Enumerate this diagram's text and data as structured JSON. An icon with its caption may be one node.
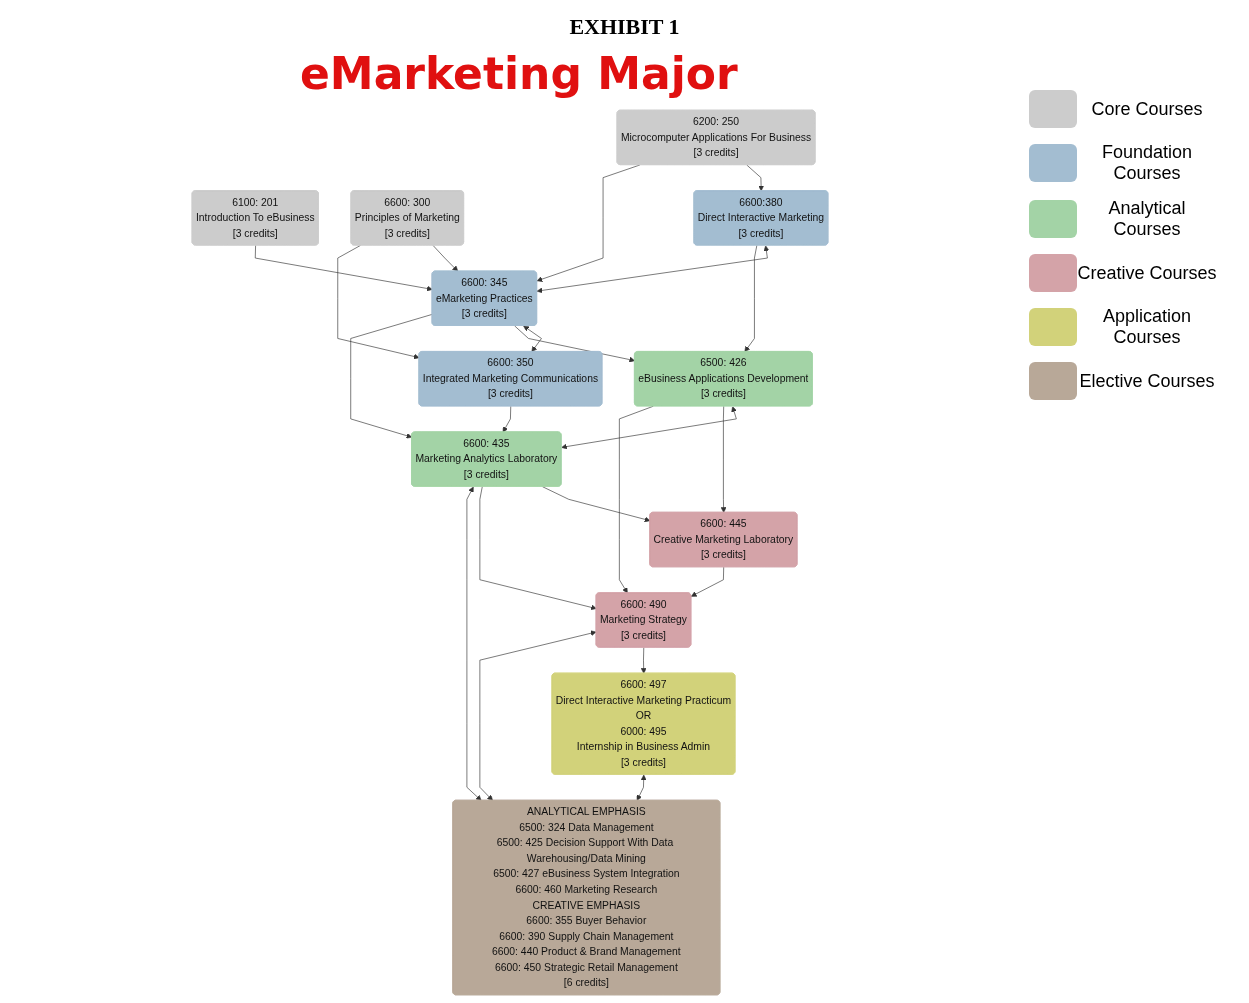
{
  "diagram": {
    "title": "eMarketing Major",
    "nodes": [
      {
        "text": [
          "6200: 250",
          "Microcomputer Applications For Business",
          "[3 credits]"
        ]
      },
      {
        "text": [
          "6100: 201",
          "Introduction To eBusiness",
          "[3 credits]"
        ]
      },
      {
        "text": [
          "6600: 300",
          "Principles of Marketing",
          "[3 credits]"
        ]
      },
      {
        "text": [
          "6600:380",
          "Direct Interactive Marketing",
          "[3 credits]"
        ]
      },
      {
        "text": [
          "6600: 345",
          "eMarketing Practices",
          "[3 credits]"
        ]
      },
      {
        "text": [
          "6600: 350",
          "Integrated Marketing Communications",
          "[3 credits]"
        ]
      },
      {
        "text": [
          "6500: 426",
          "eBusiness Applications Development",
          "[3 credits]"
        ]
      },
      {
        "text": [
          "6600: 435",
          "Marketing Analytics Laboratory",
          "[3 credits]"
        ]
      },
      {
        "text": [
          "6600: 445",
          "Creative Marketing Laboratory",
          "[3 credits]"
        ]
      },
      {
        "text": [
          "6600: 490",
          "Marketing Strategy",
          "[3 credits]"
        ]
      },
      {
        "text": [
          "6600: 497",
          "Direct Interactive Marketing Practicum",
          "OR",
          "6000: 495",
          "Internship in Business Admin",
          "[3 credits]"
        ]
      },
      {
        "text": [
          "ANALYTICAL EMPHASIS",
          "6500: 324 Data Management",
          "6500: 425 Decision Support With Data Warehousing/Data Mining",
          "6500: 427 eBusiness System Integration",
          "6600: 460 Marketing Research",
          "CREATIVE EMPHASIS",
          "6600: 355 Buyer Behavior",
          "6600: 390 Supply Chain Management",
          "6600: 440 Product & Brand Management",
          "6600: 450 Strategic Retail Management",
          "[6 credits]"
        ]
      }
    ],
    "edges": [
      {
        "from": 0,
        "to": 3,
        "arrow": "to"
      },
      {
        "from": 0,
        "to": 4,
        "arrow": "to"
      },
      {
        "from": 1,
        "to": 4,
        "arrow": "to"
      },
      {
        "from": 2,
        "to": 4,
        "arrow": "to"
      },
      {
        "from": 2,
        "to": 5,
        "arrow": "to"
      },
      {
        "from": 3,
        "to": 4,
        "arrow": "both"
      },
      {
        "from": 4,
        "to": 5,
        "arrow": "both"
      },
      {
        "from": 3,
        "to": 6,
        "arrow": "to"
      },
      {
        "from": 4,
        "to": 6,
        "arrow": "to"
      },
      {
        "from": 4,
        "to": 7,
        "arrow": "to"
      },
      {
        "from": 5,
        "to": 7,
        "arrow": "to"
      },
      {
        "from": 6,
        "to": 7,
        "arrow": "both"
      },
      {
        "from": 6,
        "to": 8,
        "arrow": "to"
      },
      {
        "from": 6,
        "to": 9,
        "arrow": "to"
      },
      {
        "from": 7,
        "to": 8,
        "arrow": "to"
      },
      {
        "from": 7,
        "to": 9,
        "arrow": "to"
      },
      {
        "from": 8,
        "to": 9,
        "arrow": "to"
      },
      {
        "from": 9,
        "to": 10,
        "arrow": "to"
      },
      {
        "from": 7,
        "to": 11,
        "arrow": "both"
      },
      {
        "from": 9,
        "to": 11,
        "arrow": "both"
      },
      {
        "from": 10,
        "to": 11,
        "arrow": "both"
      }
    ],
    "labels": [
      "EXHIBIT 1"
    ],
    "legend": [
      {
        "text": "Core Courses",
        "color": "#cccccc"
      },
      {
        "text": "Foundation Courses",
        "color": "#a3bdd1"
      },
      {
        "text": "Analytical Courses",
        "color": "#a3d3a6"
      },
      {
        "text": "Creative Courses",
        "color": "#d4a3a8"
      },
      {
        "text": "Application Courses",
        "color": "#d2d27a"
      },
      {
        "text": "Elective Courses",
        "color": "#b8a898"
      }
    ]
  }
}
